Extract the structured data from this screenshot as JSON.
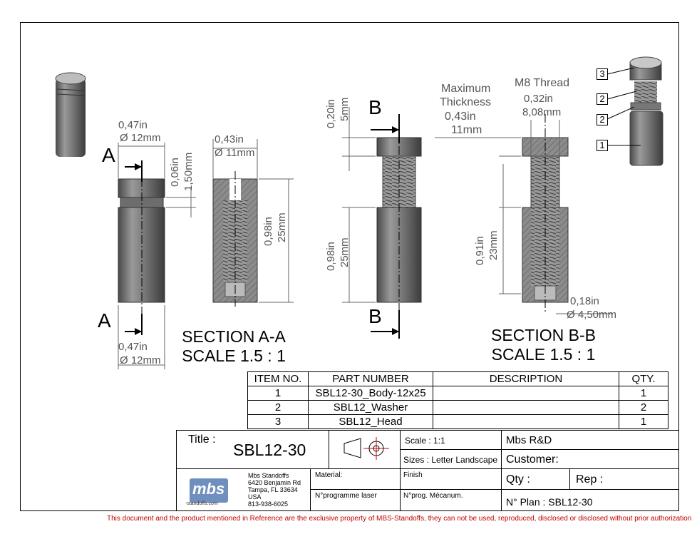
{
  "views": {
    "left": {
      "dia_top_in": "0,47in",
      "dia_top_mm": "Ø 12mm",
      "dia_bot_in": "0,47in",
      "dia_bot_mm": "Ø 12mm",
      "cut_top": "A",
      "cut_bot": "A",
      "washer_in": "0,06in",
      "washer_mm": "1,50mm"
    },
    "section_aa": {
      "dia_in": "0,43in",
      "dia_mm": "Ø 11mm",
      "len_in": "0,98in",
      "len_mm": "25mm",
      "title": "SECTION A-A",
      "scale": "SCALE 1.5 : 1"
    },
    "front_b": {
      "head_in": "0,20in",
      "head_mm": "5mm",
      "cut_top": "B",
      "cut_bot": "B",
      "body_in": "0,98in",
      "body_mm": "25mm"
    },
    "section_bb": {
      "max_thickness_line1": "Maximum",
      "max_thickness_line2": "Thickness",
      "max_in": "0,43in",
      "max_mm": "11mm",
      "thread_label": "M8 Thread",
      "thread_in": "0,32in",
      "thread_mm": "8,08mm",
      "depth_in": "0,91in",
      "depth_mm": "23mm",
      "hole_in": "0,18in",
      "hole_mm": "Ø 4,50mm",
      "title": "SECTION B-B",
      "scale": "SCALE 1.5 : 1"
    },
    "balloons": [
      "3",
      "2",
      "2",
      "1"
    ]
  },
  "bom": {
    "headers": [
      "ITEM NO.",
      "PART NUMBER",
      "DESCRIPTION",
      "QTY."
    ],
    "rows": [
      {
        "item": "1",
        "part": "SBL12-30_Body-12x25",
        "desc": "",
        "qty": "1"
      },
      {
        "item": "2",
        "part": "SBL12_Washer",
        "desc": "",
        "qty": "2"
      },
      {
        "item": "3",
        "part": "SBL12_Head",
        "desc": "",
        "qty": "1"
      }
    ]
  },
  "title_block": {
    "title_label": "Title :",
    "title_value": "SBL12-30",
    "scale": "Scale : 1:1",
    "sizes": "Sizes : Letter Landscape",
    "company": "Mbs R&D",
    "customer": "Customer:",
    "logo_text": "mbs",
    "logo_sub": "-standoffs.com",
    "address": [
      "Mbs Standoffs",
      "6420 Benjamin Rd",
      "Tampa, FL 33634",
      "USA",
      "813-938-6025"
    ],
    "material": "Material:",
    "finish": "Finish",
    "qty": "Qty :",
    "rep": "Rep :",
    "prog_laser": "N°programme laser",
    "prog_meca": "N°prog. Mécanum.",
    "plan": "N° Plan : SBL12-30"
  },
  "notice": "This document and the product mentioned in Reference are the exclusive property of MBS-Standoffs, they can not be used, reproduced, disclosed or disclosed without prior authorization"
}
